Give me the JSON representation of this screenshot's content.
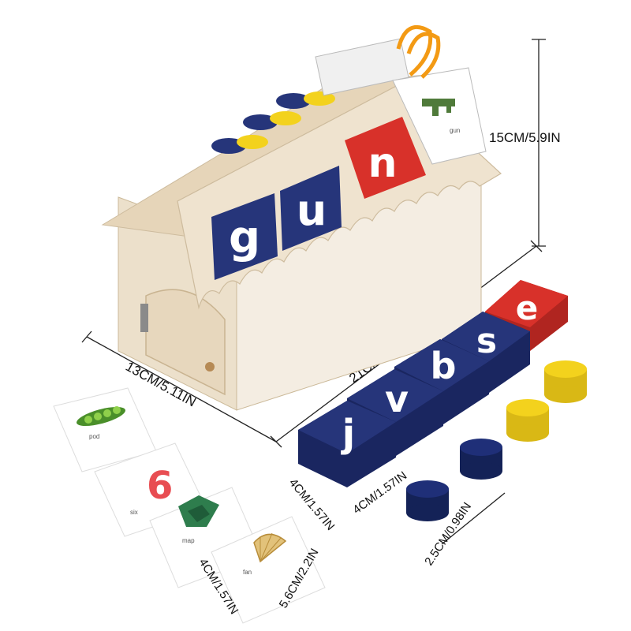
{
  "product": {
    "roof_tiles": [
      {
        "letter": "g",
        "color": "#26357a"
      },
      {
        "letter": "u",
        "color": "#26357a"
      },
      {
        "letter": "n",
        "color": "#d8312a"
      }
    ],
    "top_card_word": "gun",
    "loose_tiles": [
      {
        "letter": "j",
        "color": "#26357a"
      },
      {
        "letter": "v",
        "color": "#26357a"
      },
      {
        "letter": "b",
        "color": "#26357a"
      },
      {
        "letter": "s",
        "color": "#26357a"
      },
      {
        "letter": "e",
        "color": "#d8312a"
      }
    ],
    "cards": [
      {
        "word": "pod",
        "icon": "pea-pod-icon"
      },
      {
        "word": "six",
        "icon": "number-six-icon"
      },
      {
        "word": "map",
        "icon": "map-icon"
      },
      {
        "word": "fan",
        "icon": "hand-fan-icon"
      }
    ],
    "tokens": [
      {
        "color": "#f3d21d"
      },
      {
        "color": "#f3d21d"
      },
      {
        "color": "#1f2f78"
      },
      {
        "color": "#1f2f78"
      }
    ]
  },
  "dimensions": {
    "height": "15CM/5.9IN",
    "length": "21CM/8.26IN",
    "depth": "13CM/5.11IN",
    "tile_width": "4CM/1.57IN",
    "tile_height": "4CM/1.57IN",
    "token_diameter": "2.5CM/0.98IN",
    "card_width": "4CM/1.57IN",
    "card_height": "5.6CM/2.2IN"
  },
  "colors": {
    "wood": "#eadcc6",
    "wood_dark": "#cdbb9d",
    "navy": "#26357a",
    "red": "#d8312a",
    "yellow": "#f3d21d"
  }
}
